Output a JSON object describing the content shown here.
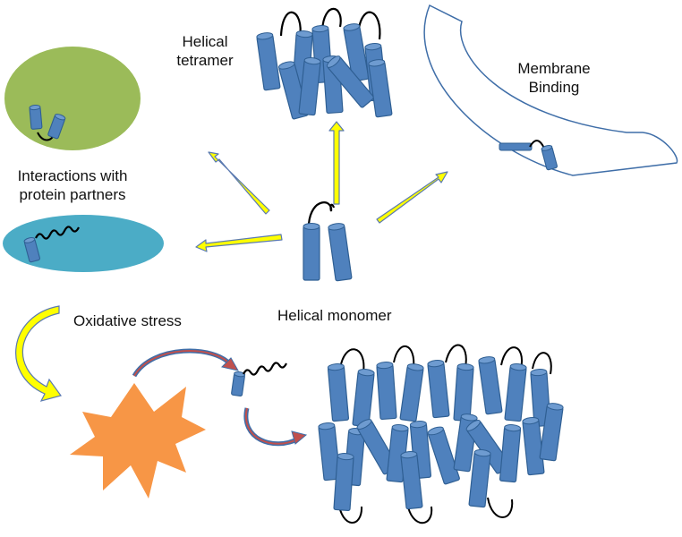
{
  "labels": {
    "helical_tetramer": [
      "Helical",
      "tetramer"
    ],
    "membrane_binding": [
      "Membrane",
      "Binding"
    ],
    "interactions": [
      "Interactions with",
      "protein partners"
    ],
    "oxidative_stress": "Oxidative stress",
    "helical_monomer": "Helical monomer"
  },
  "colors": {
    "helix_fill": "#4f81bd",
    "helix_stroke": "#2f5f93",
    "green_ellipse": "#9bbb59",
    "cyan_ellipse": "#4bacc6",
    "yellow_arrow": "#ffff00",
    "arrow_outline": "#5b7ab0",
    "starburst": "#f79646",
    "red_arrow": "#c0504d",
    "membrane_stroke": "#3f6ea8"
  }
}
